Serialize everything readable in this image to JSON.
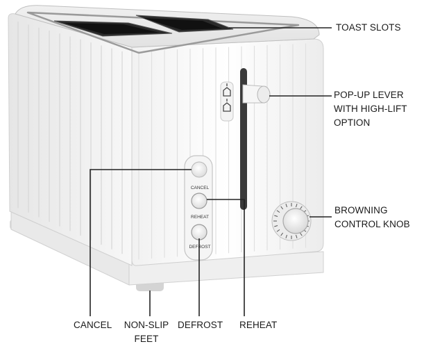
{
  "callouts": {
    "toast_slots": {
      "lines": [
        "TOAST SLOTS"
      ]
    },
    "popup_lever": {
      "lines": [
        "POP-UP LEVER",
        "WITH HIGH-LIFT",
        "OPTION"
      ]
    },
    "browning_knob": {
      "lines": [
        "BROWNING",
        "CONTROL KNOB"
      ]
    },
    "cancel": {
      "lines": [
        "CANCEL"
      ]
    },
    "feet": {
      "lines": [
        "NON-SLIP",
        "FEET"
      ]
    },
    "defrost": {
      "lines": [
        "DEFROST"
      ]
    },
    "reheat": {
      "lines": [
        "REHEAT"
      ]
    }
  },
  "panel_labels": {
    "cancel": "CANCEL",
    "reheat": "REHEAT",
    "defrost": "DEFROST"
  },
  "colors": {
    "body": "#f4f4f4",
    "outline": "#c9c9c9",
    "slot": "#2a2a2a",
    "leader": "#222222"
  }
}
